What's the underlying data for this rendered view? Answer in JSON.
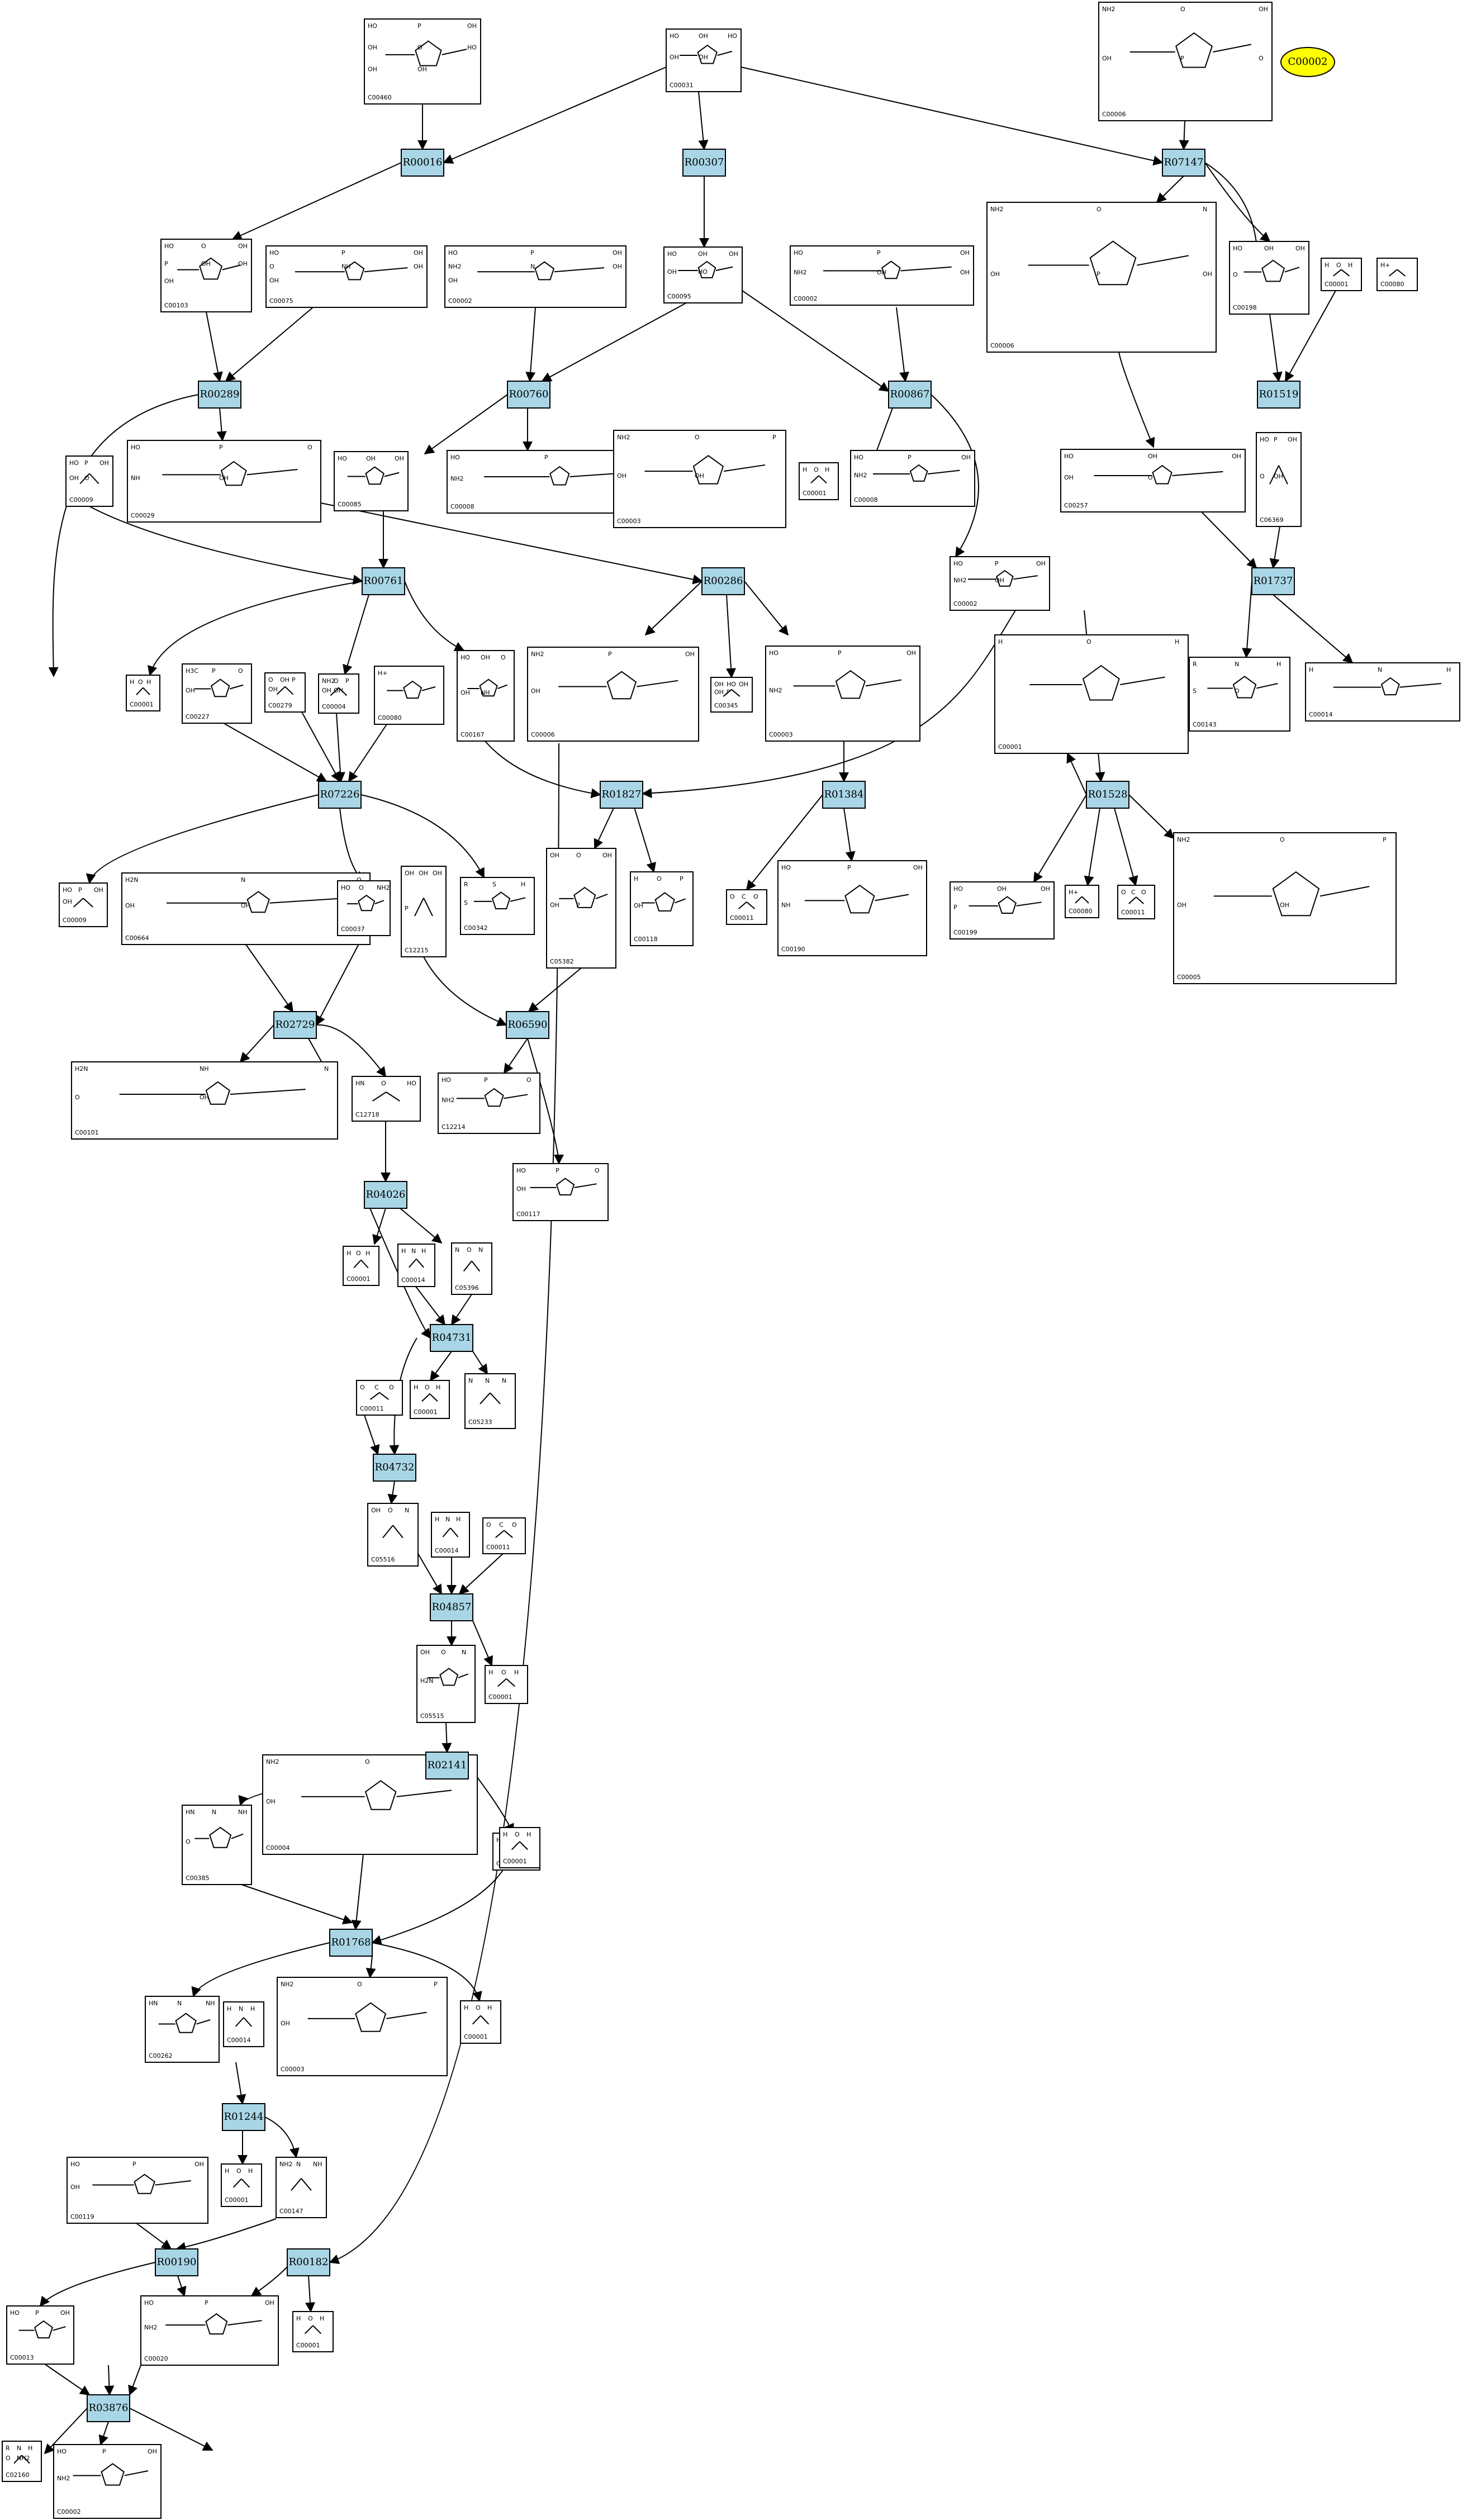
{
  "highlight": {
    "id": "C00002",
    "color": "#ffff00"
  },
  "reaction_color": "#a9d6e6",
  "reactions": [
    "R00016",
    "R00307",
    "R07147",
    "R00289",
    "R00760",
    "R00867",
    "R01519",
    "R00761",
    "R00286",
    "R01737",
    "R07226",
    "R01827",
    "R01384",
    "R01528",
    "R02729",
    "R06590",
    "R04026",
    "R04731",
    "R04732",
    "R04857",
    "R02141",
    "R01768",
    "R01244",
    "R00190",
    "R00182",
    "R03876"
  ],
  "compounds": [
    {
      "id": "C00460",
      "labels": [
        "HO",
        "P",
        "OH",
        "OH",
        "O",
        "HO",
        "OH",
        "OH"
      ]
    },
    {
      "id": "C00031",
      "labels": [
        "HO",
        "OH",
        "HO",
        "OH",
        "OH"
      ]
    },
    {
      "id": "C00006",
      "labels": [
        "NH2",
        "O",
        "OH",
        "OH",
        "P",
        "O"
      ]
    },
    {
      "id": "C00103",
      "labels": [
        "HO",
        "O",
        "OH",
        "P",
        "OH",
        "OH",
        "OH"
      ]
    },
    {
      "id": "C00075",
      "labels": [
        "HO",
        "P",
        "OH",
        "O",
        "NH",
        "OH",
        "OH"
      ]
    },
    {
      "id": "C00002",
      "labels": [
        "HO",
        "P",
        "OH",
        "NH2",
        "N",
        "OH",
        "OH"
      ]
    },
    {
      "id": "C00095",
      "labels": [
        "HO",
        "OH",
        "OH",
        "OH",
        "HO"
      ]
    },
    {
      "id": "C00002",
      "labels": [
        "HO",
        "P",
        "OH",
        "NH2",
        "OH",
        "OH"
      ]
    },
    {
      "id": "C00006",
      "labels": [
        "NH2",
        "O",
        "N",
        "OH",
        "P",
        "OH"
      ]
    },
    {
      "id": "C00198",
      "labels": [
        "HO",
        "OH",
        "OH",
        "O"
      ]
    },
    {
      "id": "C00001",
      "labels": [
        "H",
        "O",
        "H"
      ]
    },
    {
      "id": "C00080",
      "labels": [
        "H+"
      ]
    },
    {
      "id": "C00029",
      "labels": [
        "HO",
        "P",
        "O",
        "NH",
        "OH"
      ]
    },
    {
      "id": "C00009",
      "labels": [
        "HO",
        "P",
        "OH",
        "OH",
        "O"
      ]
    },
    {
      "id": "C00085",
      "labels": [
        "HO",
        "OH",
        "OH"
      ]
    },
    {
      "id": "C00008",
      "labels": [
        "HO",
        "P",
        "OH",
        "NH2"
      ]
    },
    {
      "id": "C00003",
      "labels": [
        "NH2",
        "O",
        "P",
        "OH",
        "OH"
      ]
    },
    {
      "id": "C00001",
      "labels": [
        "H",
        "O",
        "H"
      ]
    },
    {
      "id": "C00008",
      "labels": [
        "HO",
        "P",
        "OH",
        "NH2"
      ]
    },
    {
      "id": "C00257",
      "labels": [
        "HO",
        "OH",
        "OH",
        "OH",
        "O"
      ]
    },
    {
      "id": "C06369",
      "labels": [
        "HO",
        "P",
        "OH",
        "O",
        "OH"
      ]
    },
    {
      "id": "C00002",
      "labels": [
        "HO",
        "P",
        "OH",
        "NH2",
        "OH"
      ]
    },
    {
      "id": "C00001",
      "labels": [
        "H",
        "O",
        "H"
      ]
    },
    {
      "id": "C00143",
      "labels": [
        "R",
        "N",
        "H",
        "S",
        "O"
      ]
    },
    {
      "id": "C00014",
      "labels": [
        "H",
        "N",
        "H"
      ]
    },
    {
      "id": "C00001",
      "labels": [
        "H",
        "O",
        "H"
      ]
    },
    {
      "id": "C00227",
      "labels": [
        "H3C",
        "P",
        "O",
        "OH"
      ]
    },
    {
      "id": "C00279",
      "labels": [
        "O",
        "OH",
        "P",
        "OH"
      ]
    },
    {
      "id": "C00004",
      "labels": [
        "NH2",
        "O",
        "P",
        "OH",
        "OH"
      ]
    },
    {
      "id": "C00080",
      "labels": [
        "H+"
      ]
    },
    {
      "id": "C00167",
      "labels": [
        "HO",
        "OH",
        "O",
        "OH",
        "NH"
      ]
    },
    {
      "id": "C00006",
      "labels": [
        "NH2",
        "P",
        "OH",
        "OH"
      ]
    },
    {
      "id": "C00345",
      "labels": [
        "OH",
        "HO",
        "OH",
        "OH",
        "P"
      ]
    },
    {
      "id": "C00003",
      "labels": [
        "HO",
        "P",
        "OH",
        "NH2"
      ]
    },
    {
      "id": "C00009",
      "labels": [
        "HO",
        "P",
        "OH",
        "OH"
      ]
    },
    {
      "id": "C00664",
      "labels": [
        "H2N",
        "N",
        "O",
        "OH",
        "OH"
      ]
    },
    {
      "id": "C00037",
      "labels": [
        "HO",
        "O",
        "NH2"
      ]
    },
    {
      "id": "C12215",
      "labels": [
        "OH",
        "OH",
        "OH",
        "P"
      ]
    },
    {
      "id": "C00342",
      "labels": [
        "R",
        "S",
        "H",
        "S"
      ]
    },
    {
      "id": "C05382",
      "labels": [
        "OH",
        "O",
        "OH",
        "OH",
        "P"
      ]
    },
    {
      "id": "C00118",
      "labels": [
        "H",
        "O",
        "P",
        "OH"
      ]
    },
    {
      "id": "C00011",
      "labels": [
        "O",
        "C",
        "O"
      ]
    },
    {
      "id": "C00190",
      "labels": [
        "HO",
        "P",
        "OH",
        "NH"
      ]
    },
    {
      "id": "C00199",
      "labels": [
        "HO",
        "OH",
        "OH",
        "P"
      ]
    },
    {
      "id": "C00080",
      "labels": [
        "H+"
      ]
    },
    {
      "id": "C00011",
      "labels": [
        "O",
        "C",
        "O"
      ]
    },
    {
      "id": "C00005",
      "labels": [
        "NH2",
        "O",
        "P",
        "OH",
        "OH"
      ]
    },
    {
      "id": "C00101",
      "labels": [
        "H2N",
        "NH",
        "N",
        "O",
        "OH"
      ]
    },
    {
      "id": "C12718",
      "labels": [
        "HN",
        "O",
        "HO"
      ]
    },
    {
      "id": "C12214",
      "labels": [
        "HO",
        "P",
        "O",
        "NH2"
      ]
    },
    {
      "id": "C00117",
      "labels": [
        "HO",
        "P",
        "O",
        "OH"
      ]
    },
    {
      "id": "C00001",
      "labels": [
        "H",
        "O",
        "H"
      ]
    },
    {
      "id": "C00014",
      "labels": [
        "H",
        "N",
        "H"
      ]
    },
    {
      "id": "C05396",
      "labels": [
        "N",
        "O",
        "N"
      ]
    },
    {
      "id": "C00001",
      "labels": [
        "H",
        "O",
        "H"
      ]
    },
    {
      "id": "C05233",
      "labels": [
        "N",
        "N",
        "N"
      ]
    },
    {
      "id": "C00011",
      "labels": [
        "O",
        "C",
        "O"
      ]
    },
    {
      "id": "C05516",
      "labels": [
        "OH",
        "O",
        "N"
      ]
    },
    {
      "id": "C00014",
      "labels": [
        "H",
        "N",
        "H"
      ]
    },
    {
      "id": "C00011",
      "labels": [
        "O",
        "C",
        "O"
      ]
    },
    {
      "id": "C05515",
      "labels": [
        "OH",
        "O",
        "N",
        "H2N"
      ]
    },
    {
      "id": "C00001",
      "labels": [
        "H",
        "O",
        "H"
      ]
    },
    {
      "id": "C00385",
      "labels": [
        "HN",
        "N",
        "NH",
        "O"
      ]
    },
    {
      "id": "C00004",
      "labels": [
        "NH2",
        "O",
        "P",
        "OH"
      ]
    },
    {
      "id": "C00080",
      "labels": [
        "H+"
      ]
    },
    {
      "id": "C00001",
      "labels": [
        "H",
        "O",
        "H"
      ]
    },
    {
      "id": "C00262",
      "labels": [
        "HN",
        "N",
        "NH"
      ]
    },
    {
      "id": "C00014",
      "labels": [
        "H",
        "N",
        "H"
      ]
    },
    {
      "id": "C00003",
      "labels": [
        "NH2",
        "O",
        "P",
        "OH"
      ]
    },
    {
      "id": "C00001",
      "labels": [
        "H",
        "O",
        "H"
      ]
    },
    {
      "id": "C00001",
      "labels": [
        "H",
        "O",
        "H"
      ]
    },
    {
      "id": "C00147",
      "labels": [
        "NH2",
        "N",
        "NH"
      ]
    },
    {
      "id": "C00119",
      "labels": [
        "HO",
        "P",
        "OH",
        "OH"
      ]
    },
    {
      "id": "C00013",
      "labels": [
        "HO",
        "P",
        "OH"
      ]
    },
    {
      "id": "C00020",
      "labels": [
        "HO",
        "P",
        "OH",
        "NH2"
      ]
    },
    {
      "id": "C00001",
      "labels": [
        "H",
        "O",
        "H"
      ]
    },
    {
      "id": "C02160",
      "labels": [
        "R",
        "N",
        "H",
        "O",
        "NH2"
      ]
    },
    {
      "id": "C00002",
      "labels": [
        "HO",
        "P",
        "OH",
        "NH2"
      ]
    }
  ]
}
